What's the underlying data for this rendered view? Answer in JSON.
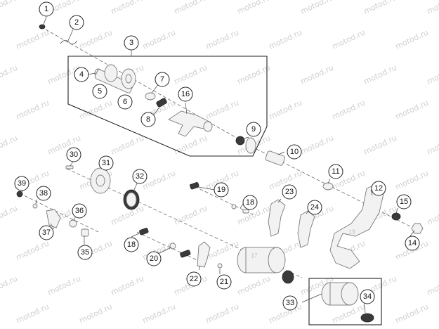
{
  "watermark": "motod.ru",
  "callouts": [
    "1",
    "2",
    "3",
    "4",
    "5",
    "6",
    "7",
    "8",
    "9",
    "10",
    "11",
    "12",
    "13",
    "14",
    "15",
    "16",
    "17",
    "18",
    "19",
    "20",
    "21",
    "22",
    "23",
    "24",
    "30",
    "31",
    "32",
    "33",
    "34",
    "35",
    "36",
    "37",
    "38",
    "39"
  ]
}
